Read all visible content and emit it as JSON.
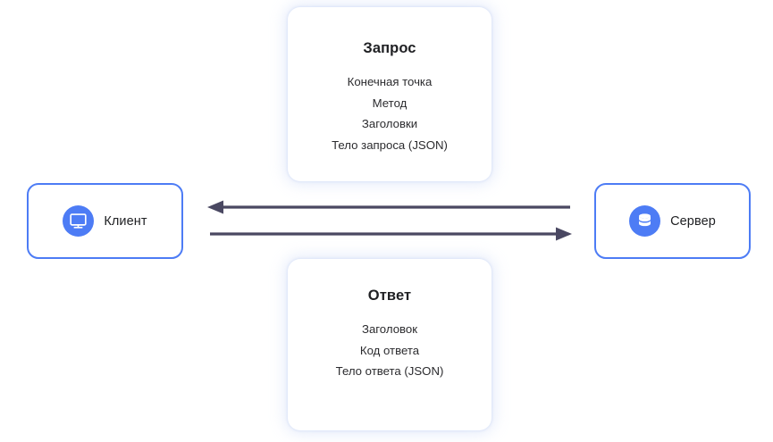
{
  "diagram": {
    "title": "Client-server request/response diagram",
    "colors": {
      "node_border": "#4d7cf5",
      "node_icon_bg": "#4d7cf5",
      "arrow": "#4a4862",
      "text": "#202124",
      "background": "#ffffff",
      "card_shadow": "#c6d4f5"
    },
    "nodes": [
      {
        "id": "client",
        "label": "Клиент",
        "icon": "monitor-icon"
      },
      {
        "id": "server",
        "label": "Сервер",
        "icon": "database-icon"
      }
    ],
    "cards": [
      {
        "id": "request",
        "title": "Запрос",
        "lines": [
          "Конечная точка",
          "Метод",
          "Заголовки",
          "Тело запроса (JSON)"
        ]
      },
      {
        "id": "response",
        "title": "Ответ",
        "lines": [
          "Заголовок",
          "Код ответа",
          "Тело ответа (JSON)"
        ]
      }
    ],
    "arrows": [
      {
        "id": "response-arrow",
        "direction": "left",
        "from": "server",
        "to": "client"
      },
      {
        "id": "request-arrow",
        "direction": "right",
        "from": "client",
        "to": "server"
      }
    ]
  }
}
